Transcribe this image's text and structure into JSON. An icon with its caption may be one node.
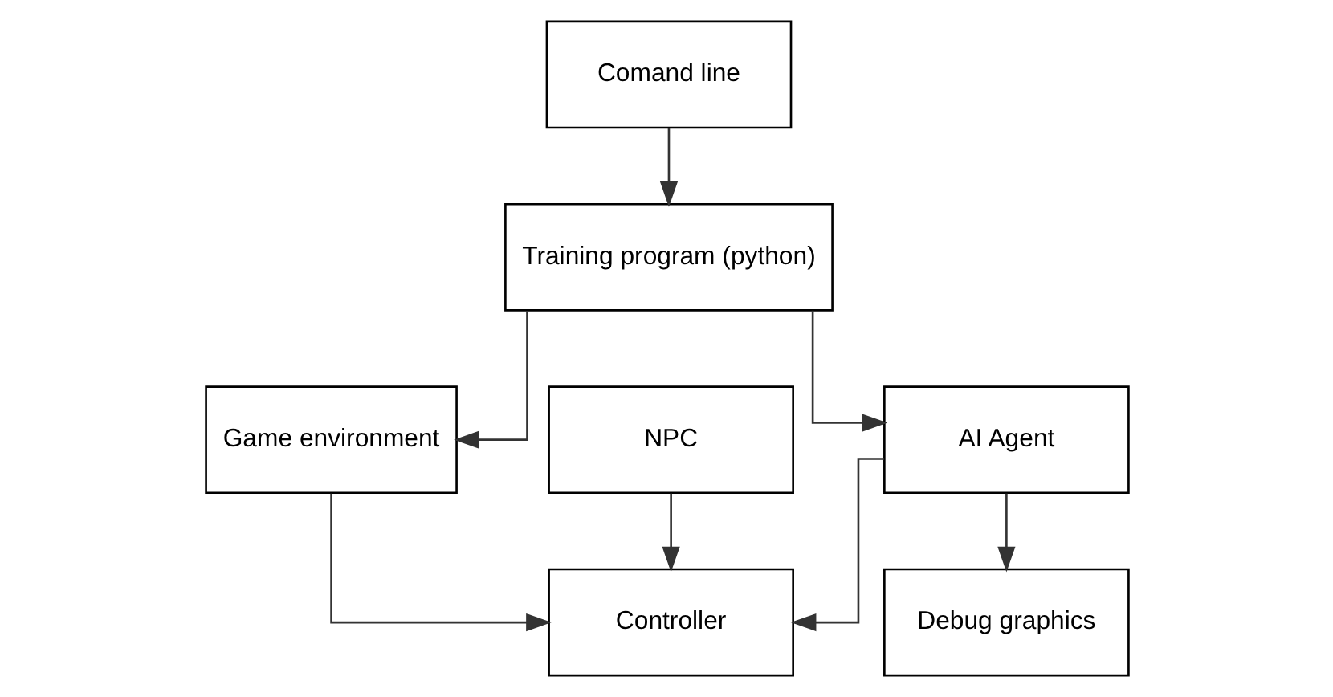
{
  "diagram": {
    "nodes": [
      {
        "text": [
          "Comand line"
        ]
      },
      {
        "text": [
          "Training program (python)"
        ]
      },
      {
        "text": [
          "Game environment"
        ]
      },
      {
        "text": [
          "Controller"
        ]
      },
      {
        "text": [
          "AI Agent"
        ]
      },
      {
        "text": [
          "NPC"
        ]
      },
      {
        "text": [
          "Debug graphics"
        ]
      }
    ],
    "edges": [
      {
        "from": 0,
        "to": 1,
        "arrow": "to"
      },
      {
        "from": 1,
        "to": 2,
        "arrow": "to"
      },
      {
        "from": 1,
        "to": 4,
        "arrow": "to"
      },
      {
        "from": 2,
        "to": 3,
        "arrow": "to"
      },
      {
        "from": 4,
        "to": 3,
        "arrow": "to"
      },
      {
        "from": 5,
        "to": 3,
        "arrow": "to"
      },
      {
        "from": 4,
        "to": 6,
        "arrow": "to"
      }
    ]
  }
}
